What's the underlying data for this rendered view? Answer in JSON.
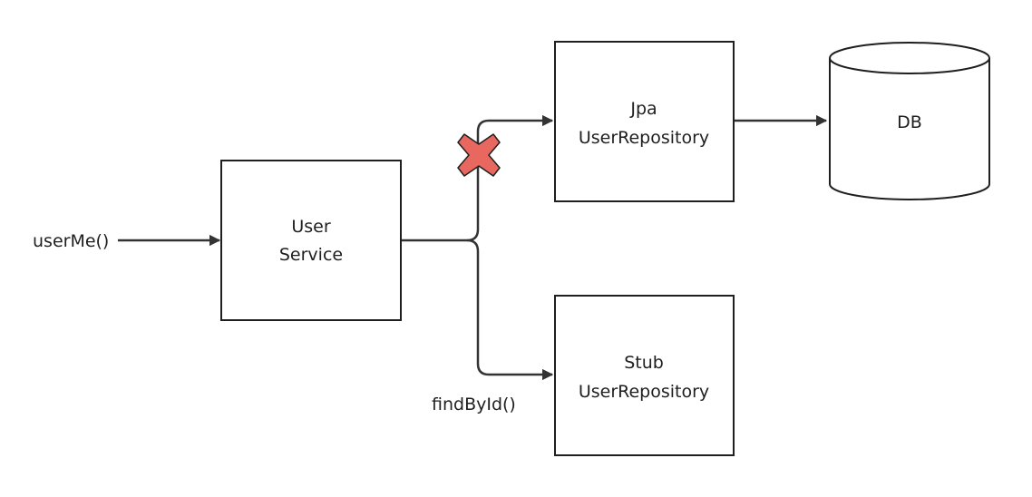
{
  "colors": {
    "line": "#333333",
    "box_border": "#1f1f1f",
    "blocked_mark": "#e8685f",
    "blocked_mark_outline": "#1f1f1f"
  },
  "nodes": {
    "user_service": {
      "line1": "User",
      "line2": "Service"
    },
    "jpa_repository": {
      "line1": "Jpa",
      "line2": "UserRepository"
    },
    "stub_repository": {
      "line1": "Stub",
      "line2": "UserRepository"
    },
    "db": {
      "label": "DB"
    }
  },
  "edges": {
    "entry_call": {
      "label": "userMe()"
    },
    "stub_call": {
      "label": "findById()"
    },
    "jpa_call": {
      "blocked": true,
      "marker": "x-mark-icon"
    }
  }
}
